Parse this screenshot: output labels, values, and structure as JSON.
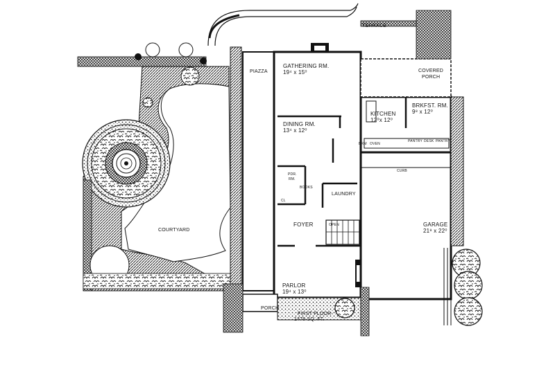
{
  "rooms": {
    "terrace": "TERRACE",
    "gathering": {
      "name": "GATHERING RM.",
      "size": "19⁴ x 15⁰"
    },
    "piazza": "PIAZZA",
    "covered_porch": {
      "line1": "COVERED",
      "line2": "PORCH"
    },
    "brkfst": {
      "name": "BRKFST. RM.",
      "size": "9⁸ x 12⁰"
    },
    "kitchen": {
      "name": "KITCHEN",
      "size": "12⁰x 12⁰"
    },
    "dining": {
      "name": "DINING RM.",
      "size": "13⁴ x 12⁰"
    },
    "pdr": {
      "line1": "PDR.",
      "line2": "RM."
    },
    "laundry": "LAUNDRY",
    "foyer": "FOYER",
    "open": "OPEN",
    "courtyard": "COURTYARD",
    "garage": {
      "name": "GARAGE",
      "size": "21⁸ x 22⁰"
    },
    "parlor": {
      "name": "PARLOR",
      "size": "19⁴ x 13⁰"
    },
    "porch": "PORCH",
    "curb": "CURB"
  },
  "small_labels": {
    "pantry": "PANTRY",
    "desk": "DESK",
    "brm": "BRM",
    "oven": "OVEN",
    "books": "BOOKS",
    "cl": "CL"
  },
  "caption": {
    "line1": "FIRST FLOOR-",
    "line2": "1479 SQ. FT."
  },
  "colors": {
    "line": "#111111",
    "hatch": "#222222",
    "background": "#ffffff"
  }
}
